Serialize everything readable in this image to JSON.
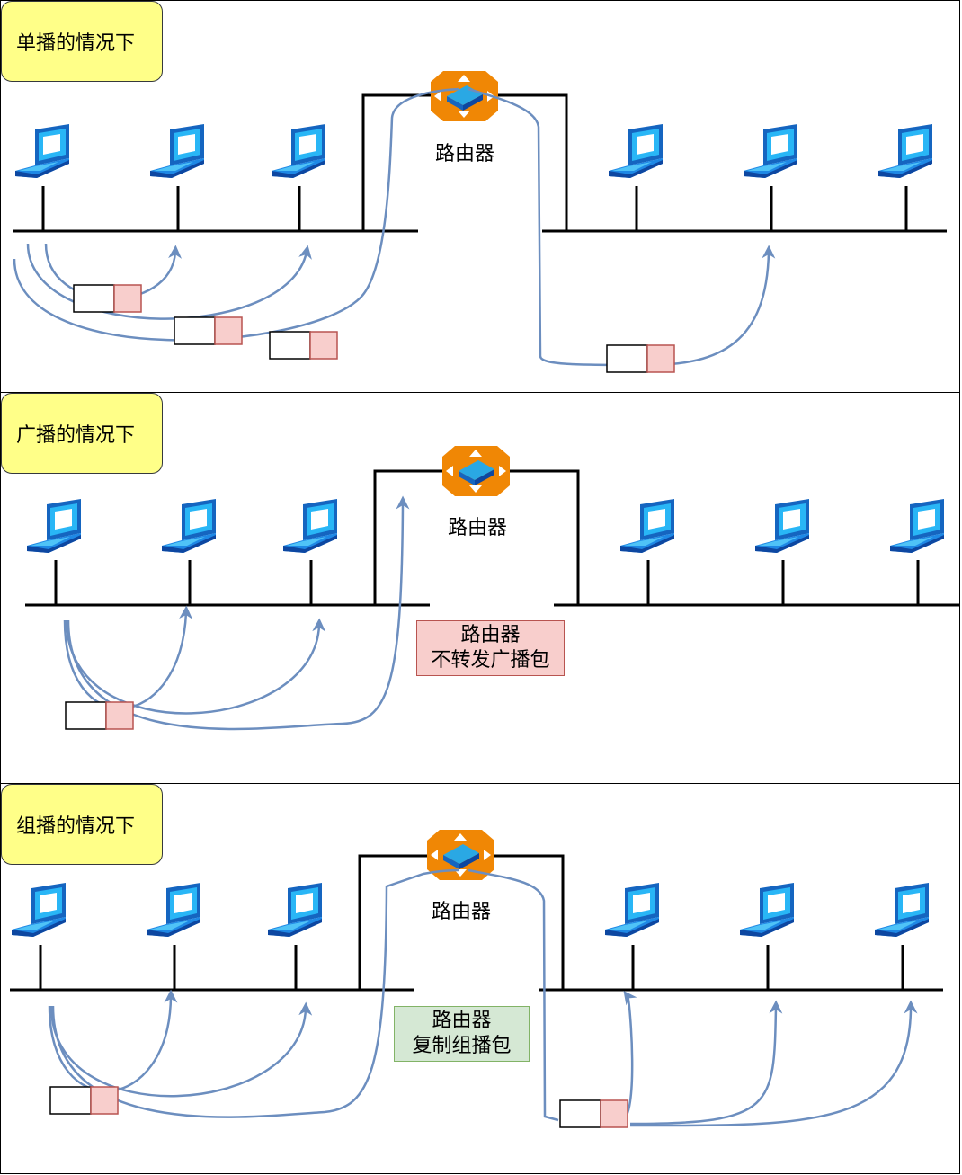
{
  "panels": {
    "unicast": {
      "title": "单播的情况下",
      "router_label": "路由器"
    },
    "broadcast": {
      "title": "广播的情况下",
      "router_label": "路由器",
      "note_line1": "路由器",
      "note_line2": "不转发广播包"
    },
    "multicast": {
      "title": "组播的情况下",
      "router_label": "路由器",
      "note_line1": "路由器",
      "note_line2": "复制组播包"
    }
  },
  "colors": {
    "title_fill": "#ffff88",
    "router_orange": "#f08705",
    "laptop_blue": "#1e88e5",
    "flow_line": "#6c8ebf",
    "packet_red": "#f8cecc",
    "packet_red_border": "#b85450",
    "note_green": "#d5e8d4"
  },
  "icons": [
    "laptop-icon",
    "router-icon"
  ]
}
